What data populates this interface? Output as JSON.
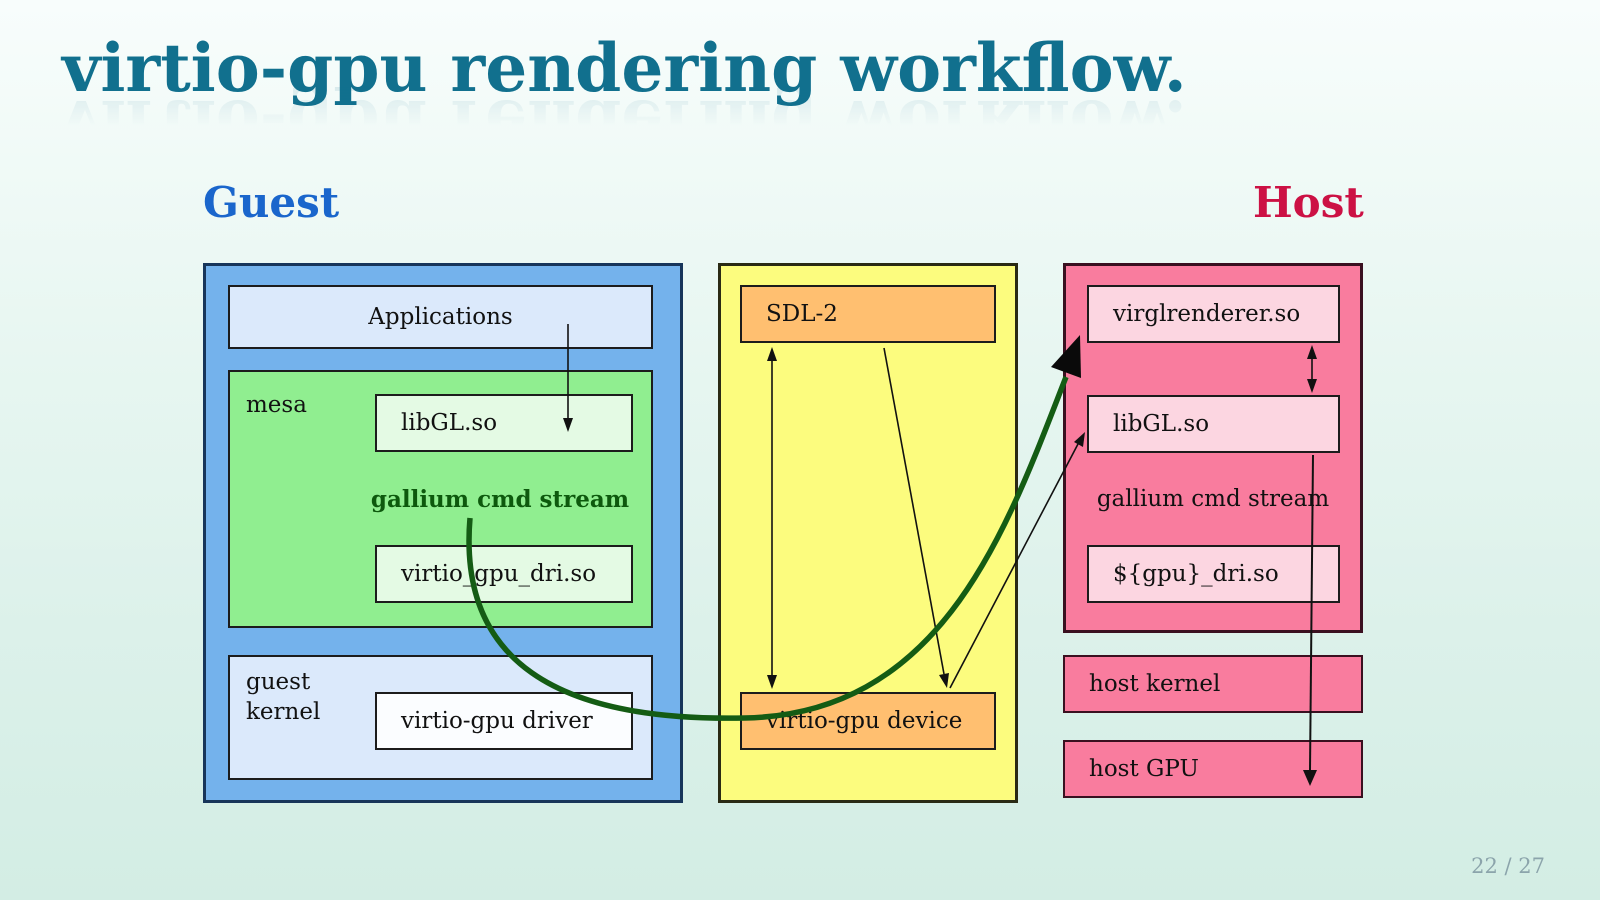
{
  "slide": {
    "title": "virtio-gpu rendering workflow.",
    "page_number": "22 / 27",
    "columns": {
      "guest": "Guest",
      "host": "Host"
    }
  },
  "guest": {
    "applications": "Applications",
    "mesa": "mesa",
    "libgl": "libGL.so",
    "gallium_cmd_stream": "gallium cmd stream",
    "virtio_gpu_dri": "virtio_gpu_dri.so",
    "kernel_line1": "guest",
    "kernel_line2": "kernel",
    "virtio_gpu_driver": "virtio-gpu driver"
  },
  "qemu": {
    "sdl2": "SDL-2",
    "virtio_gpu_device": "virtio-gpu device"
  },
  "host": {
    "virglrenderer": "virglrenderer.so",
    "libgl": "libGL.so",
    "gallium_cmd_stream": "gallium cmd stream",
    "gpu_dri": "${gpu}_dri.so",
    "host_kernel": "host kernel",
    "host_gpu": "host GPU"
  },
  "colors": {
    "title": "#11708e",
    "guest_heading": "#1a66cc",
    "host_heading": "#cc1144",
    "guest_panel": "#74b2ec",
    "mesa_panel": "#90ee90",
    "yellow_panel": "#fcfc7e",
    "orange_box": "#ffbf70",
    "host_panel": "#f97c9e",
    "host_inner": "#fcd6e1",
    "green_arrow": "#145c14"
  }
}
